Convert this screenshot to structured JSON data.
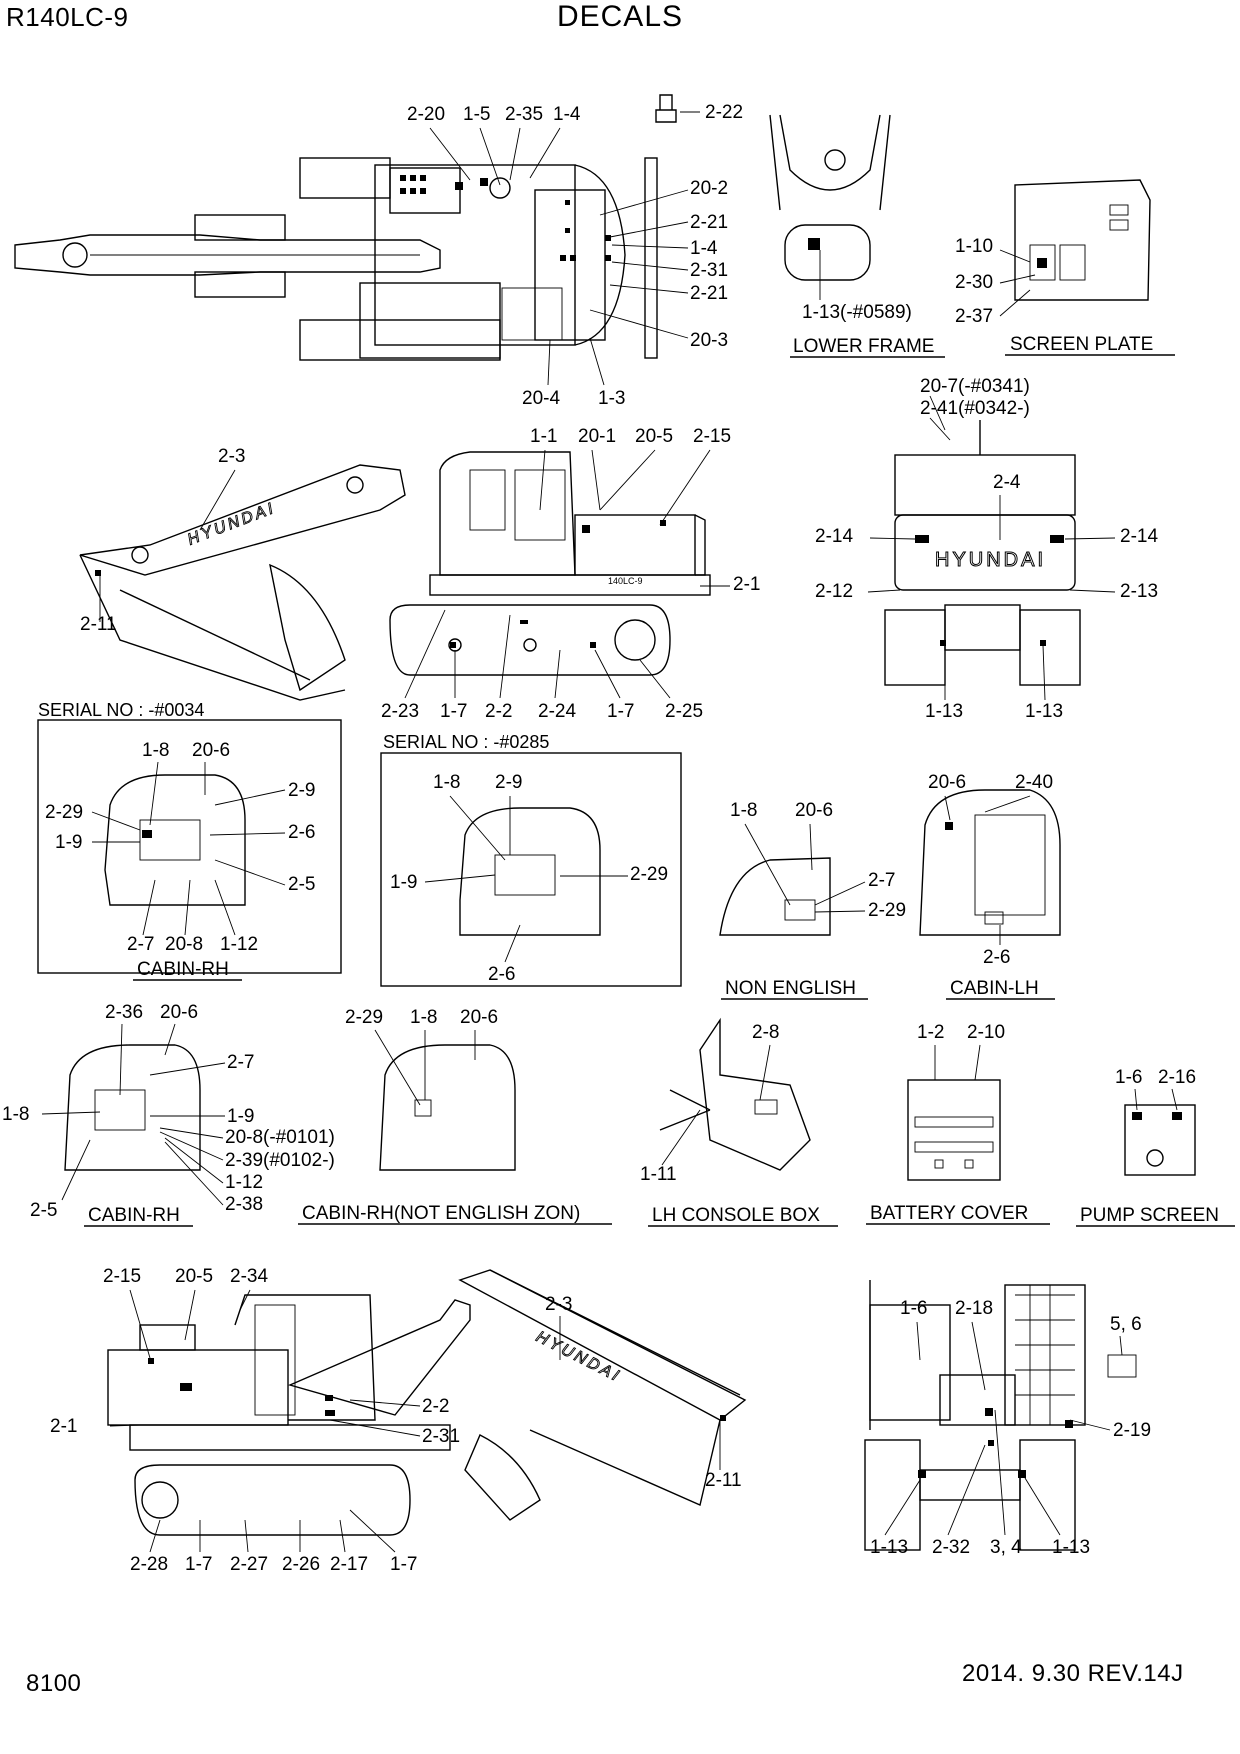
{
  "header": {
    "model": "R140LC-9",
    "title": "DECALS"
  },
  "footer": {
    "page": "8100",
    "revision": "2014. 9.30  REV.14J"
  },
  "serial_labels": [
    "SERIAL NO : -#0034",
    "SERIAL NO : -#0285"
  ],
  "brand": {
    "boom": "HYUNDAI",
    "counterweight": "HYUNDAI",
    "model_badge": "140LC-9",
    "boom2": "HYUNDAI"
  },
  "sections": [
    "LOWER FRAME",
    "SCREEN PLATE",
    "CABIN-RH",
    "NON ENGLISH",
    "CABIN-LH",
    "CABIN-RH",
    "CABIN-RH(NOT ENGLISH ZON)",
    "LH CONSOLE BOX",
    "BATTERY COVER",
    "PUMP SCREEN"
  ],
  "callouts": [
    "2-20",
    "1-5",
    "2-35",
    "1-4",
    "2-22",
    "20-2",
    "2-21",
    "1-4",
    "2-31",
    "2-21",
    "20-3",
    "20-4",
    "1-3",
    "1-10",
    "2-30",
    "2-37",
    "1-13(-#0589)",
    "20-7(-#0341)",
    "2-41(#0342-)",
    "2-4",
    "2-14",
    "2-14",
    "2-12",
    "2-13",
    "1-13",
    "1-13",
    "2-3",
    "1-1",
    "20-1",
    "20-5",
    "2-15",
    "2-1",
    "2-11",
    "2-23",
    "1-7",
    "2-2",
    "2-24",
    "1-7",
    "2-25",
    "1-8",
    "20-6",
    "2-9",
    "2-29",
    "2-6",
    "1-9",
    "2-5",
    "2-7",
    "20-8",
    "1-12",
    "1-8",
    "2-9",
    "1-9",
    "2-29",
    "2-6",
    "1-8",
    "20-6",
    "2-7",
    "2-29",
    "20-6",
    "2-40",
    "2-6",
    "2-36",
    "20-6",
    "2-7",
    "1-8",
    "1-9",
    "20-8(-#0101)",
    "2-39(#0102-)",
    "1-12",
    "2-38",
    "2-5",
    "2-29",
    "1-8",
    "20-6",
    "2-8",
    "1-11",
    "1-2",
    "2-10",
    "1-6",
    "2-16",
    "2-15",
    "20-5",
    "2-34",
    "2-3",
    "2-1",
    "2-2",
    "2-31",
    "2-11",
    "2-28",
    "1-7",
    "2-27",
    "2-26",
    "2-17",
    "1-7",
    "1-6",
    "2-18",
    "5, 6",
    "2-19",
    "1-13",
    "2-32",
    "3, 4",
    "1-13"
  ]
}
